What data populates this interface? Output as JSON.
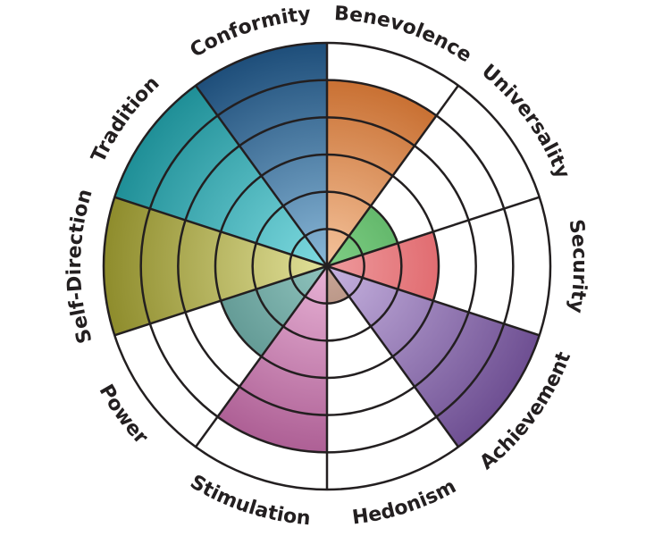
{
  "chart_data": {
    "type": "polar-area",
    "title": "",
    "categories": [
      "Benevolence",
      "Universality",
      "Security",
      "Achievement",
      "Hedonism",
      "Stimulation",
      "Power",
      "Self-Direction",
      "Tradition",
      "Conformity"
    ],
    "values": [
      5,
      2,
      3,
      6,
      1,
      5,
      3,
      6,
      6,
      6
    ],
    "rlim": [
      0,
      6
    ],
    "ring_count": 6,
    "grid": true,
    "colors": [
      "#c0601e",
      "#2e8b3a",
      "#d43f45",
      "#6e4f92",
      "#7a5545",
      "#a24f88",
      "#3a7470",
      "#8e8c2c",
      "#1f8f97",
      "#1e4e7a"
    ],
    "light_colors": [
      "#f5c39c",
      "#7fcf85",
      "#ee9a9d",
      "#c7b3e0",
      "#c9a697",
      "#e8b3d6",
      "#8fc3bd",
      "#e2e19a",
      "#7fdbe1",
      "#8ab8d8"
    ]
  }
}
